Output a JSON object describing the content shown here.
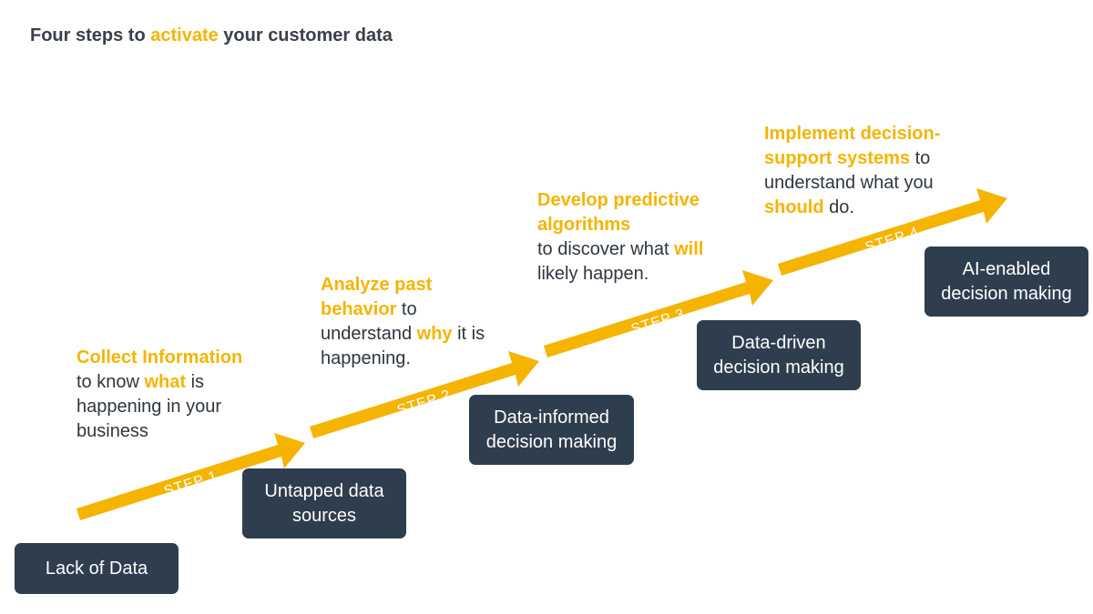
{
  "title": {
    "before": "Four steps to ",
    "highlight": "activate",
    "after": " your customer data"
  },
  "colors": {
    "accent": "#f5b400",
    "box_bg": "#2e3e4e",
    "text": "#2f3640"
  },
  "boxes": [
    {
      "line1": "Lack of Data",
      "line2": ""
    },
    {
      "line1": "Untapped data",
      "line2": "sources"
    },
    {
      "line1": "Data-informed",
      "line2": "decision making"
    },
    {
      "line1": "Data-driven",
      "line2": "decision making"
    },
    {
      "line1": "AI-enabled",
      "line2": "decision making"
    }
  ],
  "steps": [
    {
      "label": "STEP 1",
      "heading": "Collect Information",
      "t1": "to know ",
      "emph": "what",
      "t2": " is happening in your business"
    },
    {
      "label": "STEP 2",
      "heading": "Analyze past behavior",
      "t1": " to understand ",
      "emph": "why",
      "t2": " it is happening."
    },
    {
      "label": "STEP 3",
      "heading": "Develop predictive algorithms",
      "t1": "to discover what ",
      "emph": "will",
      "t2": " likely happen."
    },
    {
      "label": "STEP 4",
      "heading": "Implement decision-support systems",
      "t1": " to understand what you ",
      "emph": "should",
      "t2": " do."
    }
  ]
}
